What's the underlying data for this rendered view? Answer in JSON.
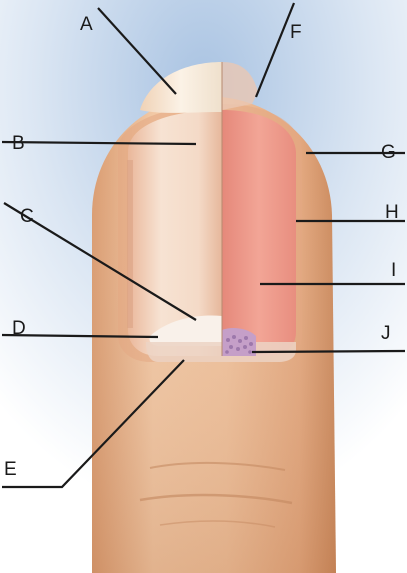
{
  "labels": {
    "a": "A",
    "b": "B",
    "c": "C",
    "d": "D",
    "e": "E",
    "f": "F",
    "g": "G",
    "h": "H",
    "i": "I",
    "j": "J"
  },
  "colors": {
    "background_sky": "#c9d9ee",
    "skin": "#e9b68d",
    "nail_bed": "#ee9d8f",
    "nail_plate_cut": "#f3d9c6",
    "free_edge": "#f6ead8",
    "leader_line": "#1a1a1a"
  }
}
